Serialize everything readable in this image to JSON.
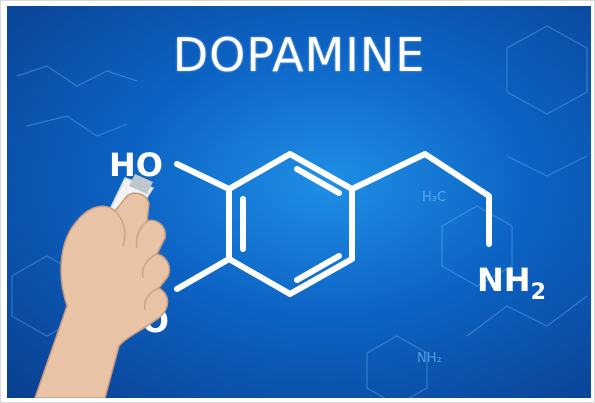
{
  "image": {
    "title": "DOPAMINE",
    "labels": {
      "hydroxyl_top": "HO",
      "hydroxyl_bottom": "HO",
      "amine_main": "NH",
      "amine_sub": "2"
    },
    "background_labels": [
      "H₃C",
      "NH₂"
    ],
    "colors": {
      "background_center": "#1f8fe6",
      "background_edge": "#0a3f8f",
      "drawing": "#ffffff",
      "skin": "#e9c3a6"
    }
  }
}
